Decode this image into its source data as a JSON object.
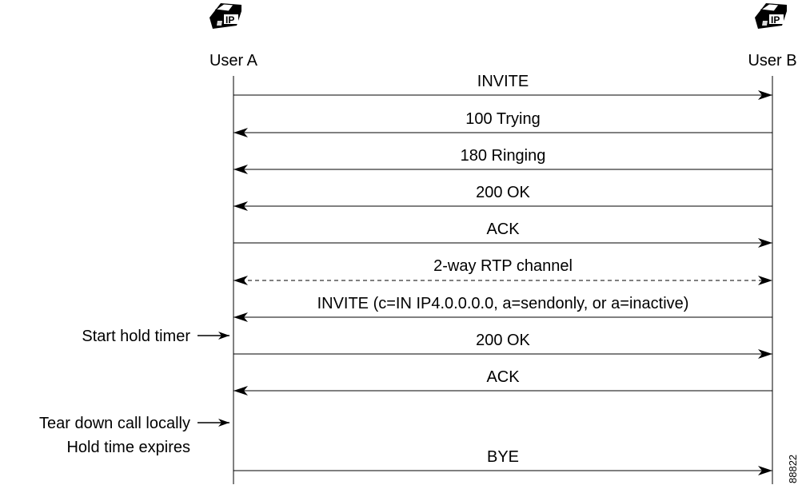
{
  "participants": {
    "a": {
      "name": "User A",
      "icon": "ip-phone-icon",
      "icon_text": "IP"
    },
    "b": {
      "name": "User B",
      "icon": "ip-phone-icon",
      "icon_text": "IP"
    }
  },
  "messages": [
    {
      "label": "INVITE",
      "direction": "a-to-b",
      "style": "solid"
    },
    {
      "label": "100 Trying",
      "direction": "b-to-a",
      "style": "solid"
    },
    {
      "label": "180 Ringing",
      "direction": "b-to-a",
      "style": "solid"
    },
    {
      "label": "200 OK",
      "direction": "b-to-a",
      "style": "solid"
    },
    {
      "label": "ACK",
      "direction": "a-to-b",
      "style": "solid"
    },
    {
      "label": "2-way RTP channel",
      "direction": "both",
      "style": "dashed"
    },
    {
      "label": "INVITE (c=IN IP4.0.0.0.0, a=sendonly, or a=inactive)",
      "direction": "b-to-a",
      "style": "solid"
    },
    {
      "label": "200 OK",
      "direction": "a-to-b",
      "style": "solid"
    },
    {
      "label": "ACK",
      "direction": "b-to-a",
      "style": "solid"
    },
    {
      "label": "BYE",
      "direction": "a-to-b",
      "style": "solid"
    }
  ],
  "side_notes": [
    {
      "text": "Start hold timer",
      "arrow": true
    },
    {
      "text": "Tear down call locally",
      "arrow": true
    },
    {
      "text": "Hold time expires",
      "arrow": false
    }
  ],
  "figure_id": "88822"
}
